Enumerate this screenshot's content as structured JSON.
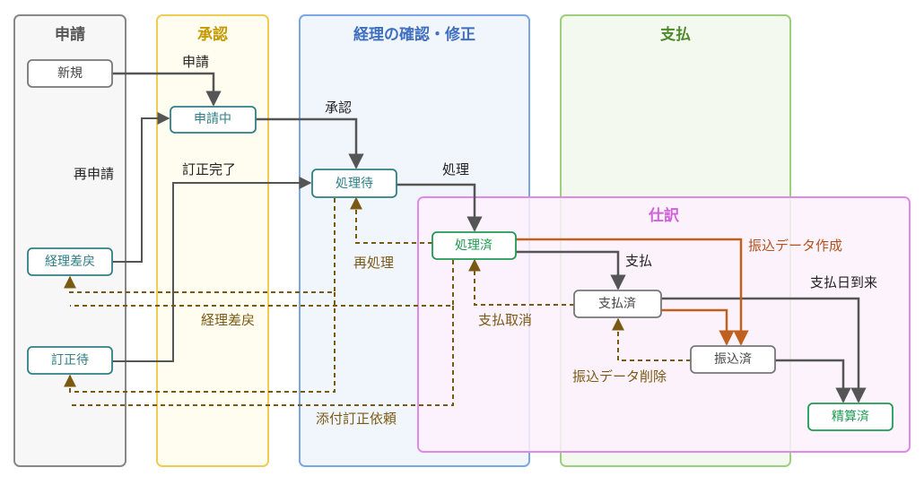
{
  "lanes": {
    "apply": "申請",
    "approve": "承認",
    "check": "経理の確認・修正",
    "payment": "支払",
    "journal": "仕訳"
  },
  "nodes": {
    "new": "新規",
    "applying": "申請中",
    "waiting": "処理待",
    "processed": "処理済",
    "returned": "経理差戻",
    "correction_waiting": "訂正待",
    "paid": "支払済",
    "transferred": "振込済",
    "settled": "精算済"
  },
  "edges": {
    "apply": "申請",
    "approve": "承認",
    "reapply": "再申請",
    "correction_done": "訂正完了",
    "process": "処理",
    "reprocess": "再処理",
    "accounting_return": "経理差戻",
    "attachment_request": "添付訂正依頼",
    "pay": "支払",
    "payment_cancel": "支払取消",
    "create_transfer": "振込データ作成",
    "delete_transfer": "振込データ削除",
    "payday": "支払日到来"
  },
  "colors": {
    "lane_apply_border": "#888888",
    "lane_apply_fill": "#f6f6f6",
    "lane_approve_border": "#f0cc55",
    "lane_approve_fill": "#fffcf0",
    "lane_check_border": "#7aa6e6",
    "lane_check_fill": "#f1f6fd",
    "lane_payment_border": "#9ccf7e",
    "lane_payment_fill": "#f4f9ef",
    "lane_journal_border": "#e08ae8",
    "lane_journal_fill": "#fdf1fd",
    "node_teal": "#2f7f86",
    "node_green": "#1e9a52",
    "node_gray": "#777777",
    "arrow_dark": "#555555",
    "arrow_brown": "#7a5a12",
    "arrow_orange": "#c0601f"
  }
}
